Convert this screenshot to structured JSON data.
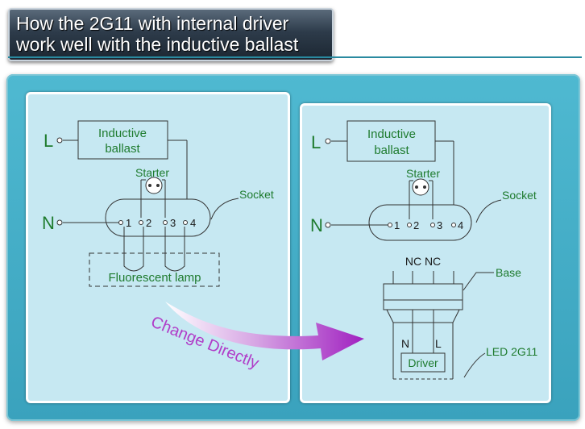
{
  "banner": {
    "line1": "How the 2G11 with internal driver",
    "line2": "work well with the inductive ballast"
  },
  "left": {
    "label_L": "L",
    "label_N": "N",
    "ballast_line1": "Inductive",
    "ballast_line2": "ballast",
    "starter": "Starter",
    "socket": "Socket",
    "pins": [
      "1",
      "2",
      "3",
      "4"
    ],
    "lamp": "Fluorescent lamp"
  },
  "right": {
    "label_L": "L",
    "label_N": "N",
    "ballast_line1": "Inductive",
    "ballast_line2": "ballast",
    "starter": "Starter",
    "socket": "Socket",
    "pins": [
      "1",
      "2",
      "3",
      "4"
    ],
    "nc": "NC NC",
    "base": "Base",
    "n": "N",
    "l": "L",
    "driver": "Driver",
    "led": "LED 2G11"
  },
  "arrow_text": "Change  Directly",
  "colors": {
    "label_green": "#1e7b2e",
    "arrow_purple": "#b03cc8",
    "panel_fill": "#c6e8f2",
    "frame_teal": "#3aa2bd"
  }
}
